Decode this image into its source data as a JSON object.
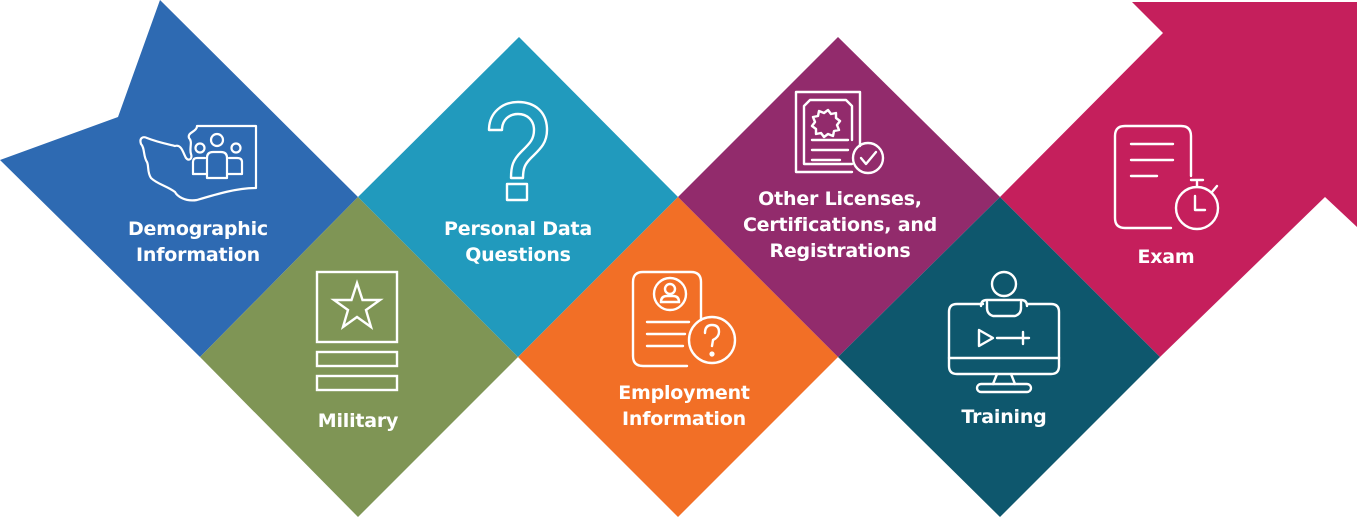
{
  "diagram": {
    "type": "zigzag-process-arrow",
    "colors": {
      "demographic": "#2E6AB2",
      "military": "#7F9555",
      "personal": "#219ABD",
      "employment": "#F26F26",
      "licenses": "#922B6C",
      "training": "#0E576D",
      "exam": "#C51F5C",
      "icon_stroke": "#FFFFFF"
    },
    "steps": [
      {
        "id": "demographic",
        "label_line1": "Demographic",
        "label_line2": "Information",
        "icon": "washington-state-people-icon"
      },
      {
        "id": "military",
        "label_line1": "Military",
        "icon": "military-star-badge-icon"
      },
      {
        "id": "personal",
        "label_line1": "Personal Data",
        "label_line2": "Questions",
        "icon": "question-mark-icon"
      },
      {
        "id": "employment",
        "label_line1": "Employment",
        "label_line2": "Information",
        "icon": "resume-question-icon"
      },
      {
        "id": "licenses",
        "label_line1": "Other Licenses,",
        "label_line2": "Certifications, and",
        "label_line3": "Registrations",
        "icon": "certificate-check-icon"
      },
      {
        "id": "training",
        "label_line1": "Training",
        "icon": "monitor-presenter-icon"
      },
      {
        "id": "exam",
        "label_line1": "Exam",
        "icon": "document-stopwatch-icon"
      }
    ]
  }
}
